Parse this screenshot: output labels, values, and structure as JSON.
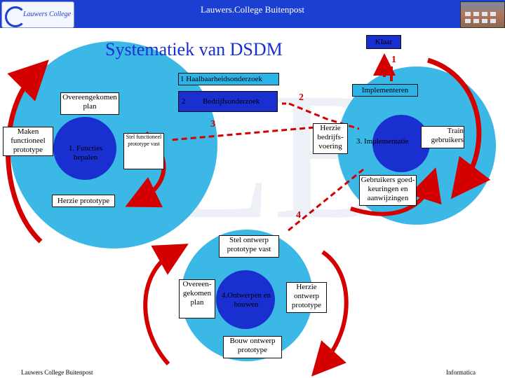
{
  "header": {
    "title": "Lauwers.College   Buitenpost",
    "logo_text": "Lauwers College"
  },
  "slide": {
    "title": "Systematiek van DSDM"
  },
  "boxes": {
    "klaar": "Klaar",
    "haalbaarheid": "1 Haalbaarheidsonderzoek",
    "bedrijfs_num": "2",
    "bedrijfs_label": "Bedrijfsonderzoek",
    "implementeren": "Implementeren",
    "overeengekomen_plan_1": "Overeengekomen plan",
    "functies_bepalen": "1. Functies bepalen",
    "maken_functioneel": "Maken functioneel prototype",
    "stel_functioneel": "Stel functioneel prototype vast",
    "herzie_bedrijfsvoering": "Herzie bedrijfs-voering",
    "implementatie": "3. Implementatie",
    "train_gebruikers": "Train gebruikers",
    "gebruikers_goedkeuringen": "Gebruikers goed-keuringen en aanwijzingen",
    "herzie_prototype": "Herzie prototype",
    "stel_ontwerp": "Stel ontwerp prototype vast",
    "overeengekomen_plan_2": "Overeen-gekomen plan",
    "ontwerpen_bouwen": "4.Ontwerpen en bouwen",
    "herzie_ontwerp": "Herzie ontwerp prototype",
    "bouw_ontwerp": "Bouw ontwerp prototype"
  },
  "numbers": {
    "n1": "1",
    "n2": "2",
    "n3": "3",
    "n4": "4"
  },
  "footer": {
    "left": "Lauwers College Buitenpost",
    "right": "Informatica"
  },
  "colors": {
    "header_blue": "#1a3fd1",
    "circle_outer": "#3cb8e6",
    "circle_inner": "#1a2fd0",
    "arrow_red": "#d40000"
  }
}
